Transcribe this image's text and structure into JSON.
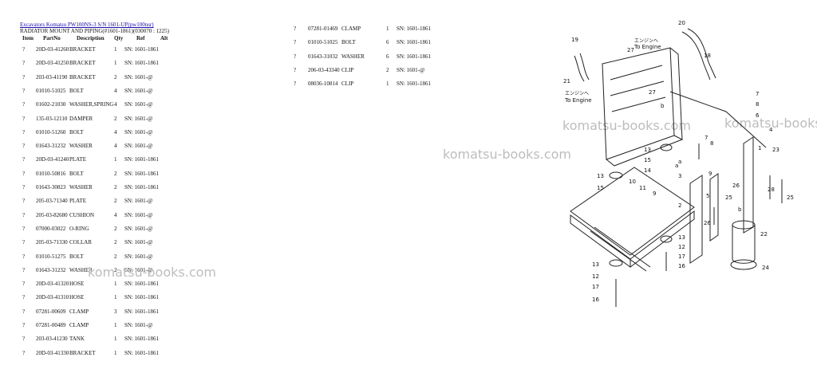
{
  "header": {
    "link_text": "Excavators Komatsu PW100NS-3 S/N 1601-UP(pw100nsr)",
    "subtitle": "RADIATOR MOUNT AND PIPING(#1601-1861)(030070 : 1225)"
  },
  "columns": {
    "item": "Item",
    "partno": "PartNo",
    "description": "Description",
    "qty": "Qty",
    "ref": "Ref",
    "alt": "Alt"
  },
  "parts_left": [
    {
      "item": "?",
      "partno": "20D-03-41260",
      "desc": "BRACKET",
      "qty": "1",
      "ref": "SN: 1601-1861"
    },
    {
      "item": "?",
      "partno": "20D-03-41250",
      "desc": "BRACKET",
      "qty": "1",
      "ref": "SN: 1601-1861"
    },
    {
      "item": "?",
      "partno": "203-03-41190",
      "desc": "BRACKET",
      "qty": "2",
      "ref": "SN: 1601-@"
    },
    {
      "item": "?",
      "partno": "01010-51025",
      "desc": "BOLT",
      "qty": "4",
      "ref": "SN: 1601-@"
    },
    {
      "item": "?",
      "partno": "01602-21030",
      "desc": "WASHER,SPRING",
      "qty": "4",
      "ref": "SN: 1601-@"
    },
    {
      "item": "?",
      "partno": "135-03-12110",
      "desc": "DAMPER",
      "qty": "2",
      "ref": "SN: 1601-@"
    },
    {
      "item": "?",
      "partno": "01010-51260",
      "desc": "BOLT",
      "qty": "4",
      "ref": "SN: 1601-@"
    },
    {
      "item": "?",
      "partno": "01643-31232",
      "desc": "WASHER",
      "qty": "4",
      "ref": "SN: 1601-@"
    },
    {
      "item": "?",
      "partno": "20D-03-41240",
      "desc": "PLATE",
      "qty": "1",
      "ref": "SN: 1601-1861"
    },
    {
      "item": "?",
      "partno": "01010-50816",
      "desc": "BOLT",
      "qty": "2",
      "ref": "SN: 1601-1861"
    },
    {
      "item": "?",
      "partno": "01643-30823",
      "desc": "WASHER",
      "qty": "2",
      "ref": "SN: 1601-1861"
    },
    {
      "item": "?",
      "partno": "205-03-71340",
      "desc": "PLATE",
      "qty": "2",
      "ref": "SN: 1601-@"
    },
    {
      "item": "?",
      "partno": "205-03-82680",
      "desc": "CUSHION",
      "qty": "4",
      "ref": "SN: 1601-@"
    },
    {
      "item": "?",
      "partno": "07000-03022",
      "desc": "O-RING",
      "qty": "2",
      "ref": "SN: 1601-@"
    },
    {
      "item": "?",
      "partno": "205-03-71330",
      "desc": "COLLAR",
      "qty": "2",
      "ref": "SN: 1601-@"
    },
    {
      "item": "?",
      "partno": "01010-51275",
      "desc": "BOLT",
      "qty": "2",
      "ref": "SN: 1601-@"
    },
    {
      "item": "?",
      "partno": "01643-31232",
      "desc": "WASHER",
      "qty": "2",
      "ref": "SN: 1601-@"
    },
    {
      "item": "?",
      "partno": "20D-03-41320",
      "desc": "HOSE",
      "qty": "1",
      "ref": "SN: 1601-1861"
    },
    {
      "item": "?",
      "partno": "20D-03-41310",
      "desc": "HOSE",
      "qty": "1",
      "ref": "SN: 1601-1861"
    },
    {
      "item": "?",
      "partno": "07281-00609",
      "desc": "CLAMP",
      "qty": "3",
      "ref": "SN: 1601-1861"
    },
    {
      "item": "?",
      "partno": "07281-00489",
      "desc": "CLAMP",
      "qty": "1",
      "ref": "SN: 1601-@"
    },
    {
      "item": "?",
      "partno": "203-03-41230",
      "desc": "TANK",
      "qty": "1",
      "ref": "SN: 1601-1861"
    },
    {
      "item": "?",
      "partno": "20D-03-41330",
      "desc": "BRACKET",
      "qty": "1",
      "ref": "SN: 1601-1861"
    }
  ],
  "parts_right": [
    {
      "item": "?",
      "partno": "07281-01469",
      "desc": "CLAMP",
      "qty": "1",
      "ref": "SN: 1601-1861"
    },
    {
      "item": "?",
      "partno": "01010-51025",
      "desc": "BOLT",
      "qty": "6",
      "ref": "SN: 1601-1861"
    },
    {
      "item": "?",
      "partno": "01643-31032",
      "desc": "WASHER",
      "qty": "6",
      "ref": "SN: 1601-1861"
    },
    {
      "item": "?",
      "partno": "206-03-43340",
      "desc": "CLIP",
      "qty": "2",
      "ref": "SN: 1601-@"
    },
    {
      "item": "?",
      "partno": "08036-10814",
      "desc": "CLIP",
      "qty": "1",
      "ref": "SN: 1601-1861"
    }
  ],
  "watermark_text": "komatsu-books.com",
  "diagram": {
    "jp_label_1": "エンジンへ",
    "en_label_1": "To Engine",
    "jp_label_2": "エンジンへ",
    "en_label_2": "To Engine",
    "callouts": [
      "20",
      "19",
      "18",
      "27",
      "21",
      "b",
      "27",
      "7",
      "8",
      "6",
      "4",
      "a",
      "7",
      "8",
      "1",
      "23",
      "13",
      "15",
      "14",
      "3",
      "9",
      "5",
      "26",
      "25",
      "28",
      "25",
      "13",
      "15",
      "10",
      "11",
      "9",
      "2",
      "26",
      "b",
      "22",
      "13",
      "12",
      "17",
      "16",
      "24",
      "13",
      "12",
      "17",
      "16",
      "a"
    ]
  },
  "colors": {
    "link": "#1a0dab",
    "watermark": "#bdbdbd",
    "text": "#111111"
  }
}
